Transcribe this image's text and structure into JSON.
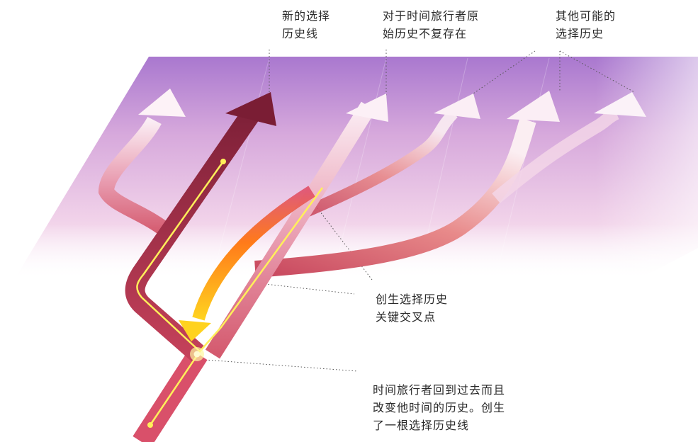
{
  "labels": {
    "new_branch": [
      "新的选择",
      "历史线"
    ],
    "original_history": [
      "对于时间旅行者原",
      "始历史不复存在"
    ],
    "other_possible": [
      "其他可能的",
      "选择历史"
    ],
    "branch_point": [
      "创生选择历史",
      "关键交叉点"
    ],
    "traveler": [
      "时间旅行者回到过去而且",
      "改变他时间的历史。创生",
      "了一根选择历史线"
    ]
  },
  "colors": {
    "sheet_top": "#b07fd0",
    "sheet_bottom": "#f4d9ec",
    "branch_dark": "#8a2540",
    "branch_mid": "#d0586c",
    "branch_light": "#f6e3ee",
    "worldline": "#fff05a",
    "jump_orange": "#ff8c1a",
    "jump_yellow": "#ffd21f"
  }
}
